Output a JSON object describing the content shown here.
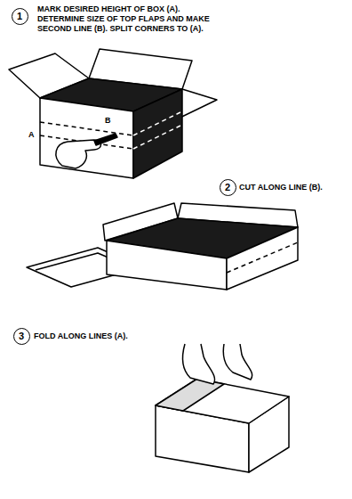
{
  "diagram": {
    "nodes": [
      {
        "text": [
          "1"
        ]
      },
      {
        "text": [
          "2"
        ]
      },
      {
        "text": [
          "3"
        ]
      }
    ],
    "labels": [
      "MARK DESIRED HEIGHT OF BOX (A). DETERMINE SIZE OF TOP FLAPS AND MAKE SECOND LINE (B). SPLIT CORNERS TO (A).",
      "CUT ALONG LINE (B).",
      "FOLD ALONG LINES (A).",
      "A",
      "B"
    ]
  }
}
